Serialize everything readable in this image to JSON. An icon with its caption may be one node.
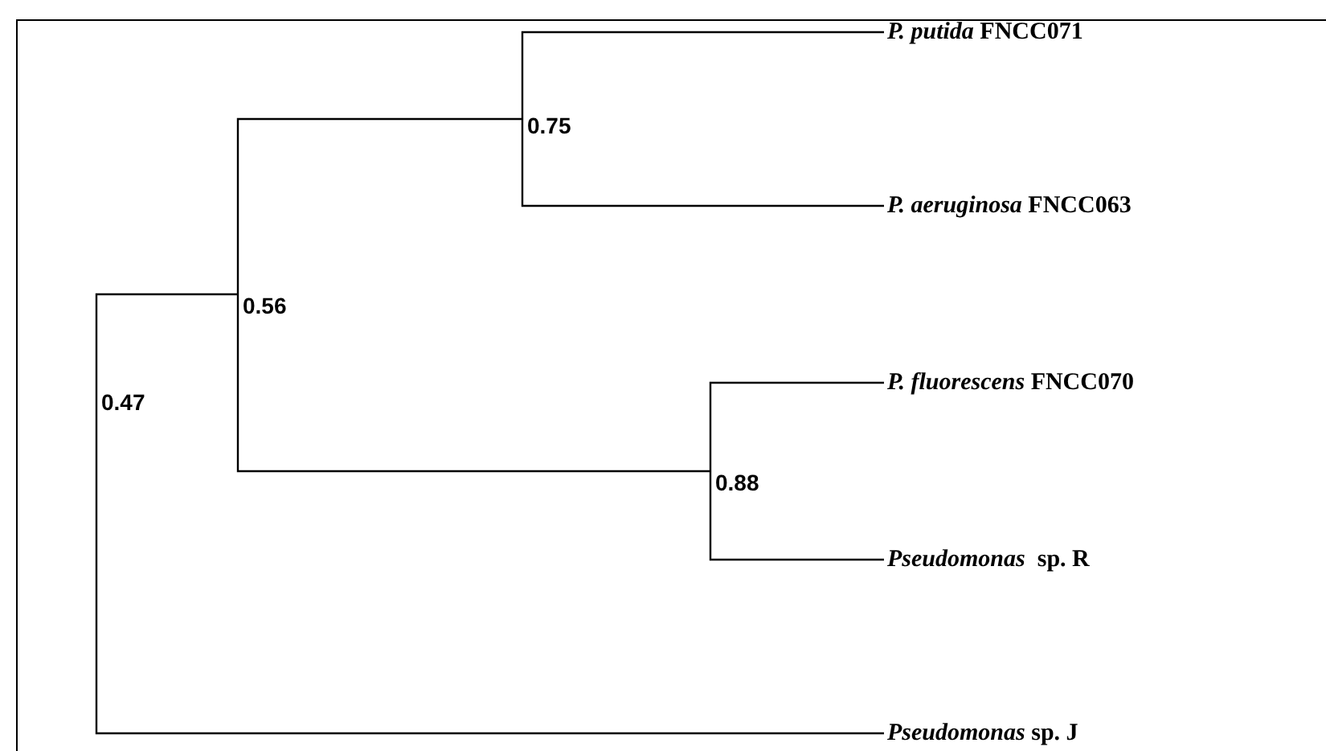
{
  "diagram": {
    "nodes": [
      {
        "text": [
          "0.47"
        ]
      },
      {
        "text": [
          "0.56"
        ]
      },
      {
        "text": [
          "0.75"
        ]
      },
      {
        "text": [
          "*P. putida* FNCC071"
        ]
      },
      {
        "text": [
          "*P. aeruginosa* FNCC063"
        ]
      },
      {
        "text": [
          "0.88"
        ]
      },
      {
        "text": [
          "*P. fluorescens* FNCC070"
        ]
      },
      {
        "text": [
          "*Pseudomonas*  sp. R"
        ]
      },
      {
        "text": [
          "*Pseudomonas* sp. J"
        ]
      }
    ],
    "edges": [
      {
        "from": 0,
        "to": 1,
        "arrow": "none"
      },
      {
        "from": 0,
        "to": 8,
        "arrow": "none"
      },
      {
        "from": 1,
        "to": 2,
        "arrow": "none"
      },
      {
        "from": 1,
        "to": 5,
        "arrow": "none"
      },
      {
        "from": 2,
        "to": 3,
        "arrow": "none"
      },
      {
        "from": 2,
        "to": 4,
        "arrow": "none"
      },
      {
        "from": 5,
        "to": 6,
        "arrow": "none"
      },
      {
        "from": 5,
        "to": 7,
        "arrow": "none"
      }
    ]
  }
}
